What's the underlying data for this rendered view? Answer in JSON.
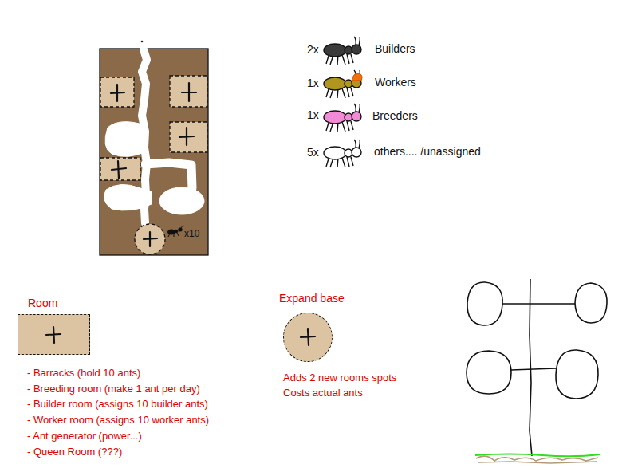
{
  "diagram": {
    "nodes": [
      {
        "text": [
          "Room"
        ]
      },
      {
        "text": [
          "Expand base"
        ]
      }
    ],
    "labels": [
      "2x",
      "1x",
      "1x",
      "5x",
      "x10",
      "- Barracks (hold 10 ants)",
      "- Breeding room (make 1 ant per day)",
      "- Builder room (assigns 10 builder ants)",
      "- Worker room (assigns 10 worker ants)",
      "- Ant generator (power...)",
      "- Queen Room (???)",
      "Adds 2 new rooms spots",
      "Costs actual ants"
    ],
    "legend": [
      {
        "text": "Builders"
      },
      {
        "text": "Workers"
      },
      {
        "text": "Breeders"
      },
      {
        "text": "others.... /unassigned"
      }
    ]
  }
}
